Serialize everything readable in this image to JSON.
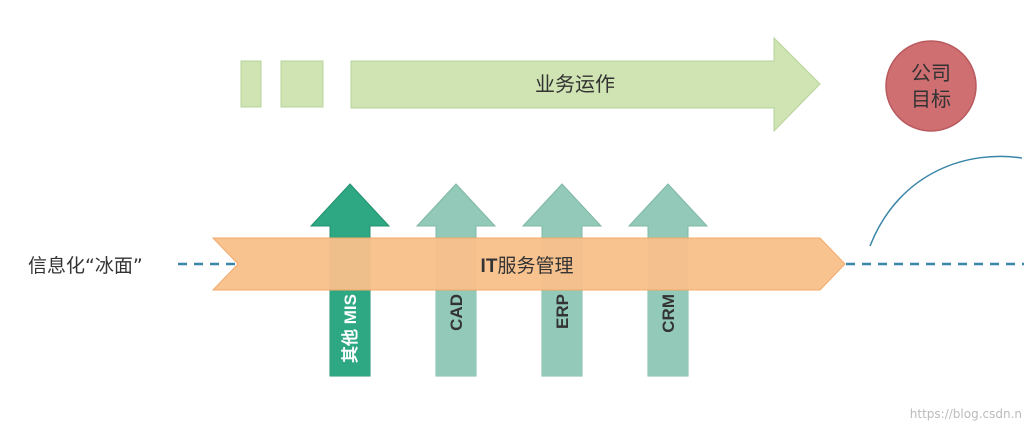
{
  "left_label": "信息化“冰面”",
  "business_arrow_label": "业务运作",
  "goal_label_line1": "公司",
  "goal_label_line2": "目标",
  "it_prefix": "IT",
  "it_label": "服务管理",
  "up_arrows": [
    {
      "label": "其他 MIS",
      "color": "#2da883"
    },
    {
      "label": "CAD",
      "color": "#93c9b8"
    },
    {
      "label": "ERP",
      "color": "#93c9b8"
    },
    {
      "label": "CRM",
      "color": "#93c9b8"
    }
  ],
  "watermark": "https://blog.csdn.n",
  "colors": {
    "business_fill": "#cfe3b3",
    "business_stroke": "#b7d39a",
    "goal_fill": "#cf6f72",
    "goal_stroke": "#b85a5e",
    "it_fill": "#f9c08a",
    "it_stroke": "#f2a96a",
    "dashed_line": "#3a86a8",
    "arc": "#3a86a8"
  }
}
